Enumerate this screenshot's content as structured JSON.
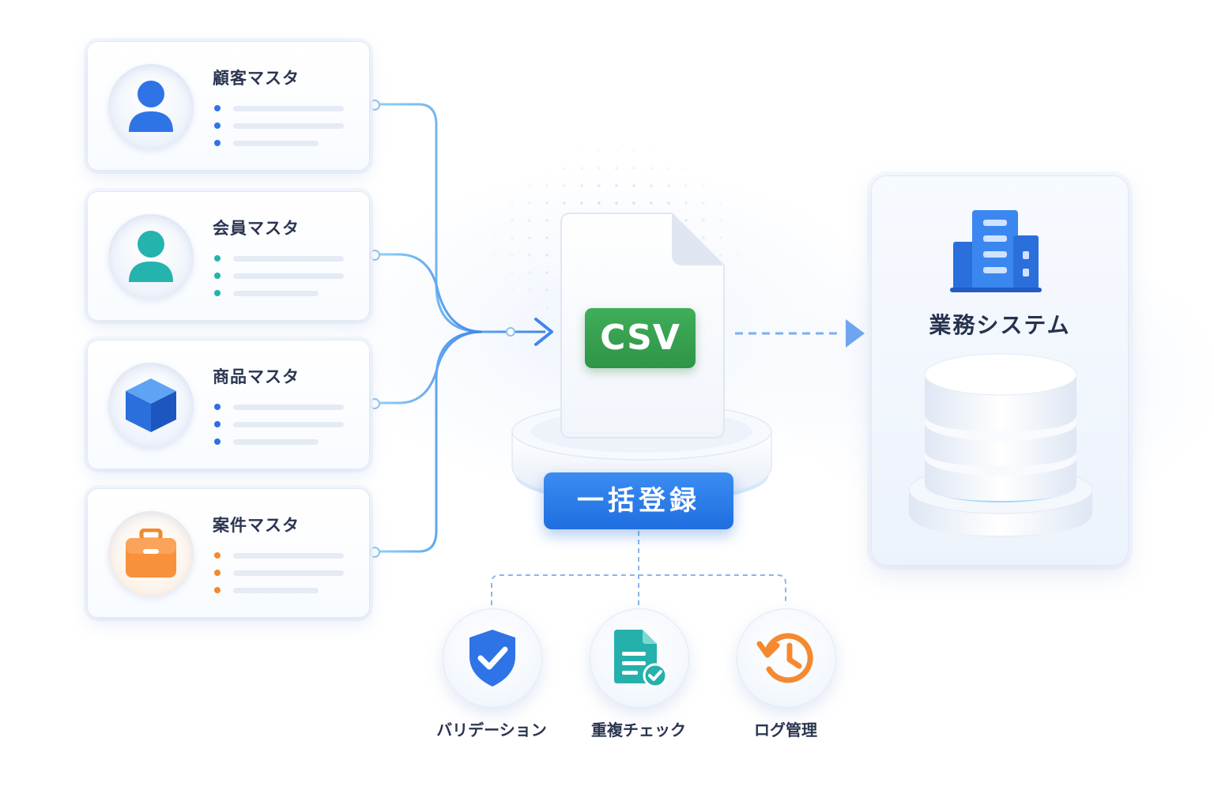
{
  "sources": [
    {
      "title": "顧客マスタ",
      "icon": "person-icon",
      "color": "#2f74e6"
    },
    {
      "title": "会員マスタ",
      "icon": "member-icon",
      "color": "#25b3ad"
    },
    {
      "title": "商品マスタ",
      "icon": "cube-icon",
      "color": "#2f6fdf"
    },
    {
      "title": "案件マスタ",
      "icon": "briefcase-icon",
      "color": "#f5892f"
    }
  ],
  "csv_label": "CSV",
  "action_label": "一括登録",
  "target_label": "業務システム",
  "features": [
    {
      "label": "バリデーション",
      "icon": "shield-check-icon"
    },
    {
      "label": "重複チェック",
      "icon": "document-check-icon"
    },
    {
      "label": "ログ管理",
      "icon": "history-clock-icon"
    }
  ],
  "colors": {
    "accent": "#2f74e6",
    "csv": "#3aa655",
    "connector": "#6fb6ee"
  }
}
